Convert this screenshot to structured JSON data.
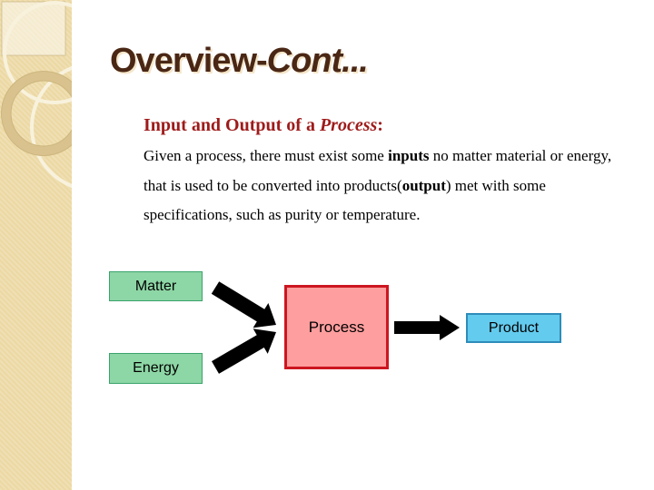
{
  "slide": {
    "title": {
      "regular": "Overview-",
      "italic": "Cont..."
    },
    "heading": {
      "pre": "Input and Output of a ",
      "italic": "Process",
      "post": ":"
    },
    "body": {
      "line1": {
        "pre": "Given a process, there must exist some ",
        "bold": "inputs",
        "post": " no matter material or energy,"
      },
      "line2": {
        "pre": "that is used to be converted into products(",
        "bold": "output",
        "post": ") met with some"
      },
      "line3": {
        "text": "specifications, such as purity or temperature."
      }
    },
    "diagram": {
      "boxes": {
        "matter": {
          "label": "Matter",
          "fill": "#8dd6a5",
          "border": "#3aa36b"
        },
        "energy": {
          "label": "Energy",
          "fill": "#8dd6a5",
          "border": "#3aa36b"
        },
        "process": {
          "label": "Process",
          "fill": "#ff9e9e",
          "border": "#cc1620"
        },
        "product": {
          "label": "Product",
          "fill": "#63cbee",
          "border": "#2e8cb9"
        }
      },
      "arrow_color": "#000000"
    },
    "colors": {
      "title_text": "#4a2715",
      "heading_text": "#9e1b1b",
      "body_text": "#000000",
      "sidebar": "#ecd8a3",
      "background": "#ffffff"
    }
  }
}
